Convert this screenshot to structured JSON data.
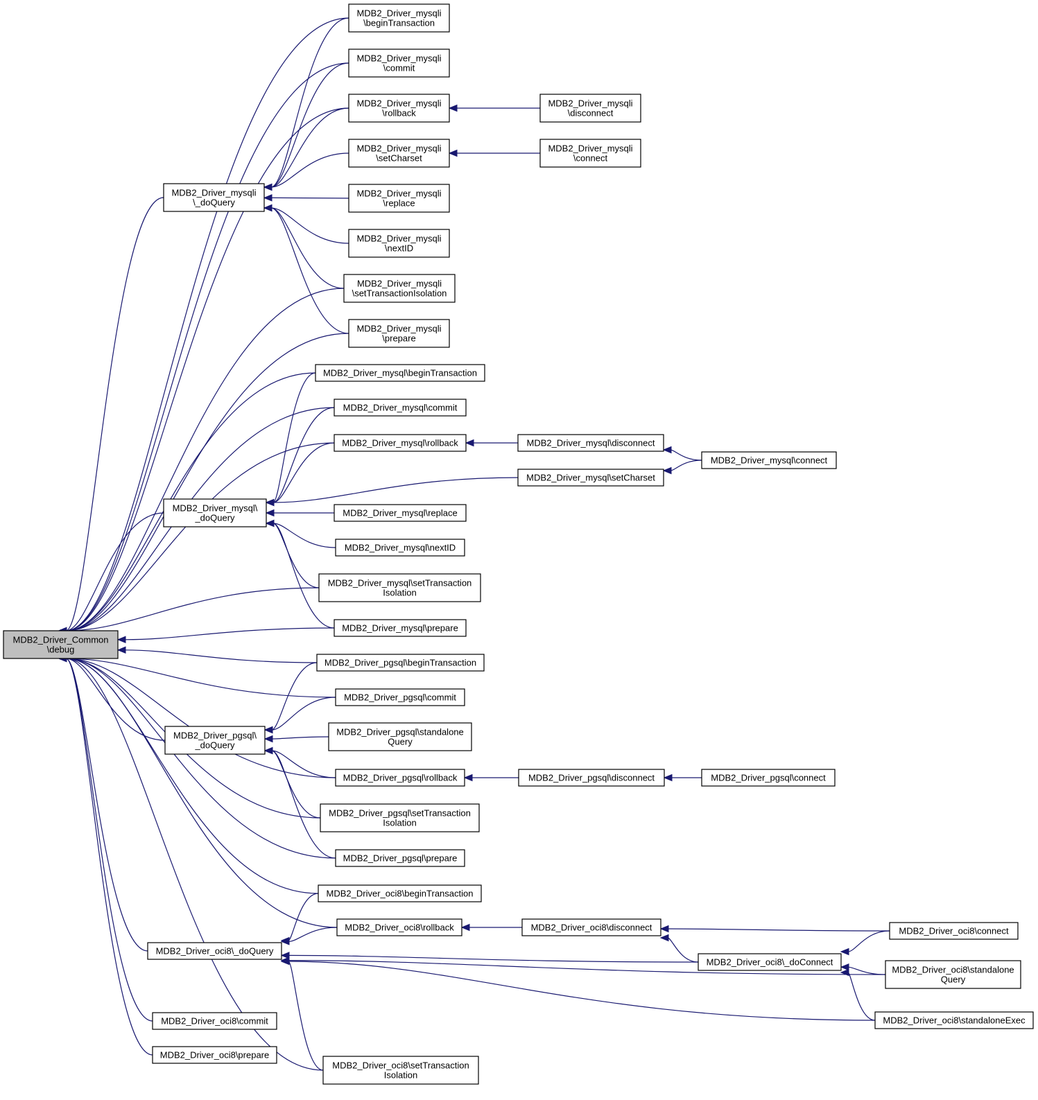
{
  "colors": {
    "edge": "#191970",
    "focus_fill": "#bfbfbf",
    "node_fill": "#ffffff",
    "border": "#000000"
  },
  "nodes": [
    {
      "id": "debug",
      "lines": [
        "MDB2_Driver_Common",
        "\\debug"
      ],
      "focus": true
    },
    {
      "id": "mysqli_doQuery",
      "lines": [
        "MDB2_Driver_mysqli",
        "\\_doQuery"
      ]
    },
    {
      "id": "mysqli_beginTransaction",
      "lines": [
        "MDB2_Driver_mysqli",
        "\\beginTransaction"
      ]
    },
    {
      "id": "mysqli_commit",
      "lines": [
        "MDB2_Driver_mysqli",
        "\\commit"
      ]
    },
    {
      "id": "mysqli_rollback",
      "lines": [
        "MDB2_Driver_mysqli",
        "\\rollback"
      ]
    },
    {
      "id": "mysqli_setCharset",
      "lines": [
        "MDB2_Driver_mysqli",
        "\\setCharset"
      ]
    },
    {
      "id": "mysqli_replace",
      "lines": [
        "MDB2_Driver_mysqli",
        "\\replace"
      ]
    },
    {
      "id": "mysqli_nextID",
      "lines": [
        "MDB2_Driver_mysqli",
        "\\nextID"
      ]
    },
    {
      "id": "mysqli_setTransactionIsolation",
      "lines": [
        "MDB2_Driver_mysqli",
        "\\setTransactionIsolation"
      ]
    },
    {
      "id": "mysqli_prepare",
      "lines": [
        "MDB2_Driver_mysqli",
        "\\prepare"
      ]
    },
    {
      "id": "mysqli_disconnect",
      "lines": [
        "MDB2_Driver_mysqli",
        "\\disconnect"
      ]
    },
    {
      "id": "mysqli_connect",
      "lines": [
        "MDB2_Driver_mysqli",
        "\\connect"
      ]
    },
    {
      "id": "mysql_doQuery",
      "lines": [
        "MDB2_Driver_mysql\\",
        "_doQuery"
      ]
    },
    {
      "id": "mysql_beginTransaction",
      "lines": [
        "MDB2_Driver_mysql\\beginTransaction"
      ]
    },
    {
      "id": "mysql_commit",
      "lines": [
        "MDB2_Driver_mysql\\commit"
      ]
    },
    {
      "id": "mysql_rollback",
      "lines": [
        "MDB2_Driver_mysql\\rollback"
      ]
    },
    {
      "id": "mysql_disconnect",
      "lines": [
        "MDB2_Driver_mysql\\disconnect"
      ]
    },
    {
      "id": "mysql_setCharset",
      "lines": [
        "MDB2_Driver_mysql\\setCharset"
      ]
    },
    {
      "id": "mysql_connect",
      "lines": [
        "MDB2_Driver_mysql\\connect"
      ]
    },
    {
      "id": "mysql_replace",
      "lines": [
        "MDB2_Driver_mysql\\replace"
      ]
    },
    {
      "id": "mysql_nextID",
      "lines": [
        "MDB2_Driver_mysql\\nextID"
      ]
    },
    {
      "id": "mysql_setTransactionIsolation",
      "lines": [
        "MDB2_Driver_mysql\\setTransaction",
        "Isolation"
      ]
    },
    {
      "id": "mysql_prepare",
      "lines": [
        "MDB2_Driver_mysql\\prepare"
      ]
    },
    {
      "id": "pgsql_doQuery",
      "lines": [
        "MDB2_Driver_pgsql\\",
        "_doQuery"
      ]
    },
    {
      "id": "pgsql_beginTransaction",
      "lines": [
        "MDB2_Driver_pgsql\\beginTransaction"
      ]
    },
    {
      "id": "pgsql_commit",
      "lines": [
        "MDB2_Driver_pgsql\\commit"
      ]
    },
    {
      "id": "pgsql_standaloneQuery",
      "lines": [
        "MDB2_Driver_pgsql\\standalone",
        "Query"
      ]
    },
    {
      "id": "pgsql_rollback",
      "lines": [
        "MDB2_Driver_pgsql\\rollback"
      ]
    },
    {
      "id": "pgsql_disconnect",
      "lines": [
        "MDB2_Driver_pgsql\\disconnect"
      ]
    },
    {
      "id": "pgsql_connect",
      "lines": [
        "MDB2_Driver_pgsql\\connect"
      ]
    },
    {
      "id": "pgsql_setTransactionIsolation",
      "lines": [
        "MDB2_Driver_pgsql\\setTransaction",
        "Isolation"
      ]
    },
    {
      "id": "pgsql_prepare",
      "lines": [
        "MDB2_Driver_pgsql\\prepare"
      ]
    },
    {
      "id": "oci8_beginTransaction",
      "lines": [
        "MDB2_Driver_oci8\\beginTransaction"
      ]
    },
    {
      "id": "oci8_doQuery",
      "lines": [
        "MDB2_Driver_oci8\\_doQuery"
      ]
    },
    {
      "id": "oci8_rollback",
      "lines": [
        "MDB2_Driver_oci8\\rollback"
      ]
    },
    {
      "id": "oci8_disconnect",
      "lines": [
        "MDB2_Driver_oci8\\disconnect"
      ]
    },
    {
      "id": "oci8_connect",
      "lines": [
        "MDB2_Driver_oci8\\connect"
      ]
    },
    {
      "id": "oci8_doConnect",
      "lines": [
        "MDB2_Driver_oci8\\_doConnect"
      ]
    },
    {
      "id": "oci8_standaloneQuery",
      "lines": [
        "MDB2_Driver_oci8\\standalone",
        "Query"
      ]
    },
    {
      "id": "oci8_standaloneExec",
      "lines": [
        "MDB2_Driver_oci8\\standaloneExec"
      ]
    },
    {
      "id": "oci8_commit",
      "lines": [
        "MDB2_Driver_oci8\\commit"
      ]
    },
    {
      "id": "oci8_prepare",
      "lines": [
        "MDB2_Driver_oci8\\prepare"
      ]
    },
    {
      "id": "oci8_setTransactionIsolation",
      "lines": [
        "MDB2_Driver_oci8\\setTransaction",
        "Isolation"
      ]
    }
  ],
  "edges": [
    [
      "mysqli_beginTransaction",
      "debug"
    ],
    [
      "mysqli_commit",
      "debug"
    ],
    [
      "mysqli_rollback",
      "debug"
    ],
    [
      "mysqli_doQuery",
      "debug"
    ],
    [
      "mysqli_setTransactionIsolation",
      "debug"
    ],
    [
      "mysqli_prepare",
      "debug"
    ],
    [
      "mysql_beginTransaction",
      "debug"
    ],
    [
      "mysql_commit",
      "debug"
    ],
    [
      "mysql_rollback",
      "debug"
    ],
    [
      "mysql_doQuery",
      "debug"
    ],
    [
      "mysql_setTransactionIsolation",
      "debug"
    ],
    [
      "mysql_prepare",
      "debug"
    ],
    [
      "pgsql_beginTransaction",
      "debug"
    ],
    [
      "pgsql_commit",
      "debug"
    ],
    [
      "pgsql_doQuery",
      "debug"
    ],
    [
      "pgsql_rollback",
      "debug"
    ],
    [
      "pgsql_setTransactionIsolation",
      "debug"
    ],
    [
      "pgsql_prepare",
      "debug"
    ],
    [
      "oci8_beginTransaction",
      "debug"
    ],
    [
      "oci8_rollback",
      "debug"
    ],
    [
      "oci8_doQuery",
      "debug"
    ],
    [
      "oci8_setTransactionIsolation",
      "debug"
    ],
    [
      "oci8_commit",
      "debug"
    ],
    [
      "oci8_prepare",
      "debug"
    ],
    [
      "mysqli_beginTransaction",
      "mysqli_doQuery"
    ],
    [
      "mysqli_commit",
      "mysqli_doQuery"
    ],
    [
      "mysqli_rollback",
      "mysqli_doQuery"
    ],
    [
      "mysqli_setCharset",
      "mysqli_doQuery"
    ],
    [
      "mysqli_replace",
      "mysqli_doQuery"
    ],
    [
      "mysqli_nextID",
      "mysqli_doQuery"
    ],
    [
      "mysqli_setTransactionIsolation",
      "mysqli_doQuery"
    ],
    [
      "mysqli_prepare",
      "mysqli_doQuery"
    ],
    [
      "mysqli_disconnect",
      "mysqli_rollback"
    ],
    [
      "mysqli_connect",
      "mysqli_setCharset"
    ],
    [
      "mysql_beginTransaction",
      "mysql_doQuery"
    ],
    [
      "mysql_commit",
      "mysql_doQuery"
    ],
    [
      "mysql_rollback",
      "mysql_doQuery"
    ],
    [
      "mysql_setCharset",
      "mysql_doQuery"
    ],
    [
      "mysql_replace",
      "mysql_doQuery"
    ],
    [
      "mysql_nextID",
      "mysql_doQuery"
    ],
    [
      "mysql_setTransactionIsolation",
      "mysql_doQuery"
    ],
    [
      "mysql_prepare",
      "mysql_doQuery"
    ],
    [
      "mysql_disconnect",
      "mysql_rollback"
    ],
    [
      "mysql_connect",
      "mysql_disconnect"
    ],
    [
      "mysql_connect",
      "mysql_setCharset"
    ],
    [
      "pgsql_beginTransaction",
      "pgsql_doQuery"
    ],
    [
      "pgsql_commit",
      "pgsql_doQuery"
    ],
    [
      "pgsql_standaloneQuery",
      "pgsql_doQuery"
    ],
    [
      "pgsql_rollback",
      "pgsql_doQuery"
    ],
    [
      "pgsql_setTransactionIsolation",
      "pgsql_doQuery"
    ],
    [
      "pgsql_prepare",
      "pgsql_doQuery"
    ],
    [
      "pgsql_disconnect",
      "pgsql_rollback"
    ],
    [
      "pgsql_connect",
      "pgsql_disconnect"
    ],
    [
      "oci8_beginTransaction",
      "oci8_doQuery"
    ],
    [
      "oci8_rollback",
      "oci8_doQuery"
    ],
    [
      "oci8_doConnect",
      "oci8_doQuery"
    ],
    [
      "oci8_standaloneQuery",
      "oci8_doQuery"
    ],
    [
      "oci8_standaloneExec",
      "oci8_doQuery"
    ],
    [
      "oci8_setTransactionIsolation",
      "oci8_doQuery"
    ],
    [
      "oci8_disconnect",
      "oci8_rollback"
    ],
    [
      "oci8_connect",
      "oci8_disconnect"
    ],
    [
      "oci8_doConnect",
      "oci8_disconnect"
    ],
    [
      "oci8_connect",
      "oci8_doConnect"
    ],
    [
      "oci8_standaloneQuery",
      "oci8_doConnect"
    ],
    [
      "oci8_standaloneExec",
      "oci8_doConnect"
    ]
  ]
}
